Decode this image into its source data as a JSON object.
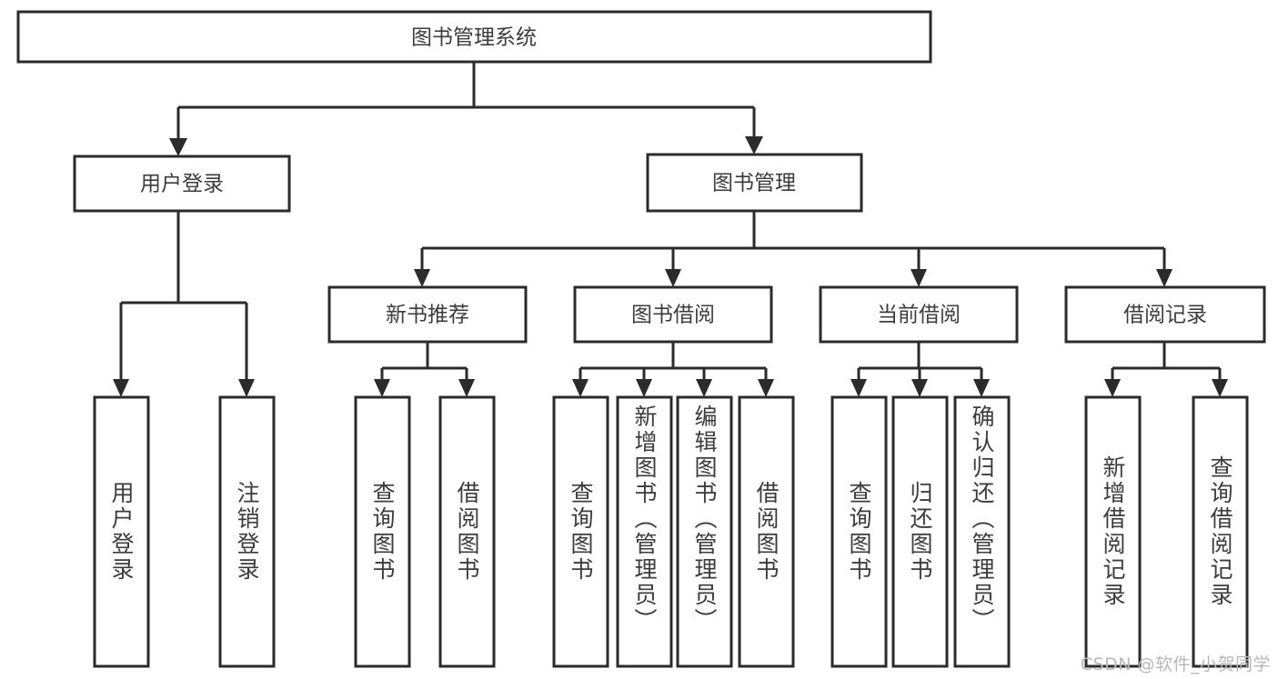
{
  "diagram": {
    "type": "tree",
    "title": "图书管理系统",
    "watermark": "CSDN @软件_小贺同学",
    "colors": {
      "stroke": "#2b2b2b",
      "box_fill": "#ffffff",
      "text": "#3c3c3c",
      "background": "#ffffff",
      "watermark": "#b8b8b8"
    },
    "levels": {
      "root": {
        "label": "图书管理系统"
      },
      "level2": [
        {
          "label": "用户登录"
        },
        {
          "label": "图书管理"
        }
      ],
      "level3": [
        {
          "label": "新书推荐"
        },
        {
          "label": "图书借阅"
        },
        {
          "label": "当前借阅"
        },
        {
          "label": "借阅记录"
        }
      ]
    },
    "leaves": {
      "user_login": [
        {
          "label": "用户登录"
        },
        {
          "label": "注销登录"
        }
      ],
      "new_book_recommend": [
        {
          "label": "查询图书"
        },
        {
          "label": "借阅图书"
        }
      ],
      "book_borrow": [
        {
          "label": "查询图书"
        },
        {
          "label": "新增图书（管理员）"
        },
        {
          "label": "编辑图书（管理员）"
        },
        {
          "label": "借阅图书"
        }
      ],
      "current_borrow": [
        {
          "label": "查询图书"
        },
        {
          "label": "归还图书"
        },
        {
          "label": "确认归还（管理员）"
        }
      ],
      "borrow_record": [
        {
          "label": "新增借阅记录"
        },
        {
          "label": "查询借阅记录"
        }
      ]
    }
  }
}
